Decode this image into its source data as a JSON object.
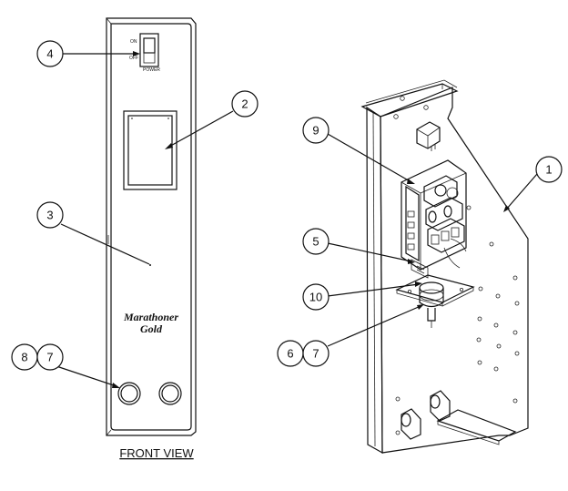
{
  "front_panel": {
    "switch_on": "ON",
    "switch_off": "OFF",
    "switch_power": "POWER",
    "brand_line1": "Marathoner",
    "brand_line2": "Gold"
  },
  "caption": "FRONT VIEW",
  "callouts": {
    "c1": "1",
    "c2": "2",
    "c3": "3",
    "c4": "4",
    "c5": "5",
    "c6": "6",
    "c7a": "7",
    "c7b": "7",
    "c8": "8",
    "c9": "9",
    "c10": "10"
  }
}
